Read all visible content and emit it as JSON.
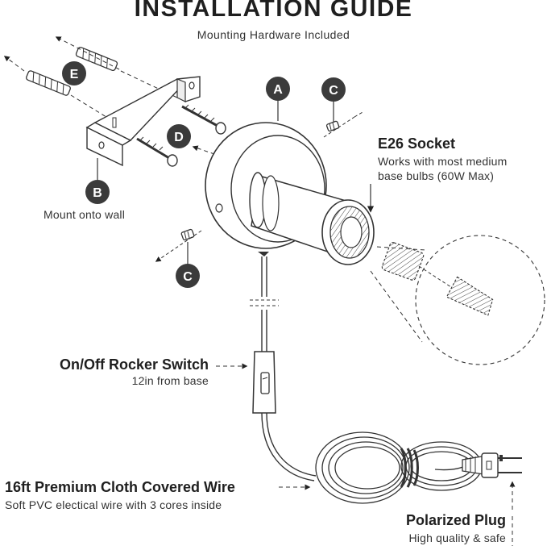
{
  "title": "INSTALLATION GUIDE",
  "subtitle": "Mounting Hardware Included",
  "badges": {
    "a": "A",
    "b": "B",
    "c_top": "C",
    "c_bottom": "C",
    "d": "D",
    "e": "E"
  },
  "mount": {
    "caption": "Mount onto wall"
  },
  "socket": {
    "title": "E26 Socket",
    "line1": "Works with most medium",
    "line2": "base bulbs (60W Max)"
  },
  "switch": {
    "title": "On/Off Rocker Switch",
    "detail": "12in from base"
  },
  "wire": {
    "title": "16ft Premium Cloth Covered Wire",
    "detail": "Soft PVC electical wire with 3 cores inside"
  },
  "plug": {
    "title": "Polarized Plug",
    "detail": "High quality & safe"
  },
  "colors": {
    "ink": "#222222",
    "badge": "#3b3b3b",
    "background": "#ffffff"
  }
}
